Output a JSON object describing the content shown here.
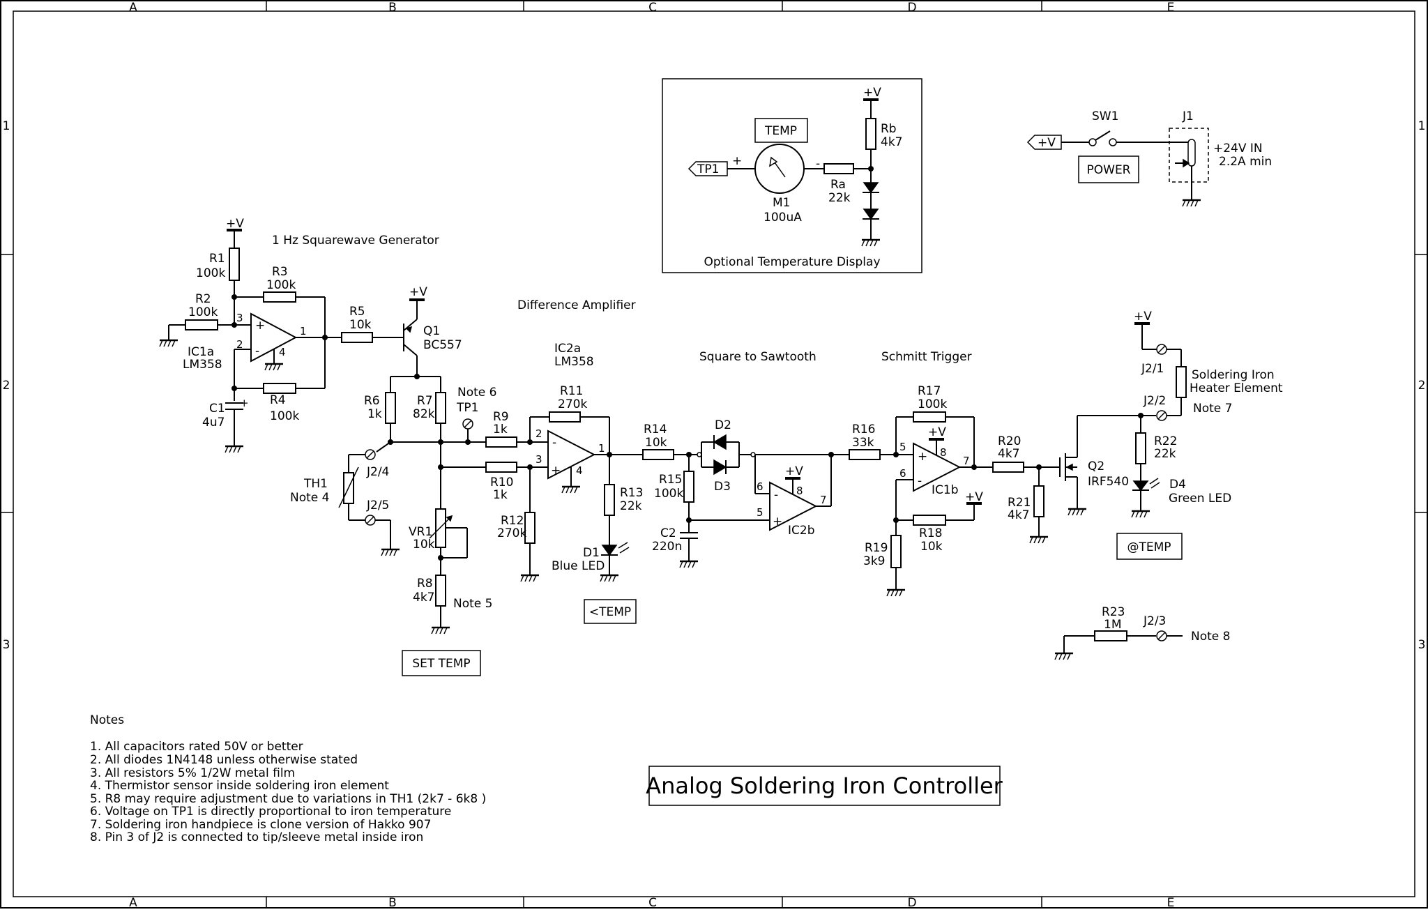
{
  "title": "Analog Soldering Iron Controller",
  "grid": {
    "columns": [
      "A",
      "B",
      "C",
      "D",
      "E"
    ],
    "rows": [
      "1",
      "2",
      "3"
    ]
  },
  "sections": {
    "square_gen": "1 Hz Squarewave Generator",
    "diff_amp": "Difference Amplifier",
    "square_saw": "Square to Sawtooth",
    "schmitt": "Schmitt Trigger",
    "temp_display": "Optional Temperature Display"
  },
  "supply": "+V",
  "components": {
    "R1": {
      "ref": "R1",
      "val": "100k"
    },
    "R2": {
      "ref": "R2",
      "val": "100k"
    },
    "R3": {
      "ref": "R3",
      "val": "100k"
    },
    "R4": {
      "ref": "R4",
      "val": "100k"
    },
    "R5": {
      "ref": "R5",
      "val": "10k"
    },
    "R6": {
      "ref": "R6",
      "val": "1k"
    },
    "R7": {
      "ref": "R7",
      "val": "82k"
    },
    "R8": {
      "ref": "R8",
      "val": "4k7"
    },
    "R9": {
      "ref": "R9",
      "val": "1k"
    },
    "R10": {
      "ref": "R10",
      "val": "1k"
    },
    "R11": {
      "ref": "R11",
      "val": "270k"
    },
    "R12": {
      "ref": "R12",
      "val": "270k"
    },
    "R13": {
      "ref": "R13",
      "val": "22k"
    },
    "R14": {
      "ref": "R14",
      "val": "10k"
    },
    "R15": {
      "ref": "R15",
      "val": "100k"
    },
    "R16": {
      "ref": "R16",
      "val": "33k"
    },
    "R17": {
      "ref": "R17",
      "val": "100k"
    },
    "R18": {
      "ref": "R18",
      "val": "10k"
    },
    "R19": {
      "ref": "R19",
      "val": "3k9"
    },
    "R20": {
      "ref": "R20",
      "val": "4k7"
    },
    "R21": {
      "ref": "R21",
      "val": "4k7"
    },
    "R22": {
      "ref": "R22",
      "val": "22k"
    },
    "R23": {
      "ref": "R23",
      "val": "1M"
    },
    "Ra": {
      "ref": "Ra",
      "val": "22k"
    },
    "Rb": {
      "ref": "Rb",
      "val": "4k7"
    },
    "C1": {
      "ref": "C1",
      "val": "4u7"
    },
    "C2": {
      "ref": "C2",
      "val": "220n"
    },
    "VR1": {
      "ref": "VR1",
      "val": "10k"
    },
    "Q1": {
      "ref": "Q1",
      "val": "BC557"
    },
    "Q2": {
      "ref": "Q2",
      "val": "IRF540"
    },
    "IC1a": {
      "ref": "IC1a",
      "val": "LM358"
    },
    "IC2a": {
      "ref": "IC2a",
      "val": "LM358"
    },
    "IC1b": {
      "ref": "IC1b"
    },
    "IC2b": {
      "ref": "IC2b"
    },
    "TH1": {
      "ref": "TH1",
      "val": "Note 4"
    },
    "D1": {
      "ref": "D1",
      "val": "Blue LED"
    },
    "D2": {
      "ref": "D2"
    },
    "D3": {
      "ref": "D3"
    },
    "D4": {
      "ref": "D4",
      "val": "Green LED"
    },
    "M1": {
      "ref": "M1",
      "val": "100uA"
    },
    "SW1": {
      "ref": "SW1"
    },
    "J1": {
      "ref": "J1",
      "val1": "+24V IN",
      "val2": "2.2A min"
    }
  },
  "pins": {
    "p1": "1",
    "p2": "2",
    "p3": "3",
    "p4": "4",
    "p5": "5",
    "p6": "6",
    "p7": "7",
    "p8": "8",
    "plus": "+",
    "minus": "-"
  },
  "connectors": {
    "j2_1": "J2/1",
    "j2_2": "J2/2",
    "j2_3": "J2/3",
    "j2_4": "J2/4",
    "j2_5": "J2/5",
    "tp1": "TP1"
  },
  "boxes": {
    "set_temp": "SET TEMP",
    "lt_temp": "<TEMP",
    "at_temp": "@TEMP",
    "temp": "TEMP",
    "power": "POWER",
    "tp1_flag": "TP1",
    "vplus_flag": "+V"
  },
  "annotations": {
    "note5": "Note 5",
    "note6": "Note 6",
    "note7": "Note 7",
    "note8": "Note 8",
    "heater1": "Soldering Iron",
    "heater2": "Heater Element"
  },
  "notes": {
    "heading": "Notes",
    "items": [
      "1. All capacitors rated 50V or better",
      "2. All diodes 1N4148 unless otherwise stated",
      "3. All resistors 5% 1/2W metal film",
      "4. Thermistor sensor inside soldering iron element",
      "5. R8 may require adjustment due to variations in TH1 (2k7 - 6k8 )",
      "6. Voltage on TP1 is directly proportional to iron temperature",
      "7. Soldering iron handpiece is clone version of Hakko 907",
      "8. Pin 3 of J2 is connected to tip/sleeve metal inside iron"
    ]
  }
}
